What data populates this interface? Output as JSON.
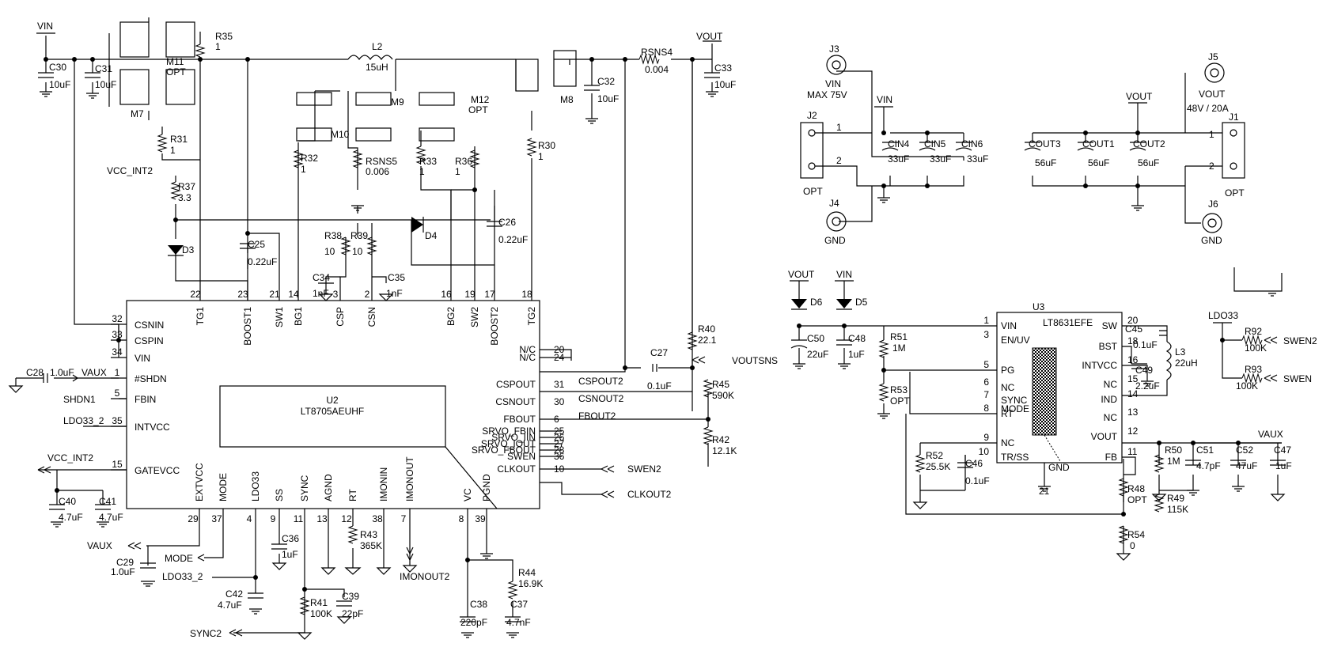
{
  "power_labels": {
    "vin_top": "VIN",
    "vout_top": "VOUT",
    "vin_mid": "VIN",
    "vout_mid": "VOUT",
    "vout_d6": "VOUT",
    "vin_d5": "VIN",
    "vaux": "VAUX",
    "ldo33": "LDO33",
    "vcc_int2": "VCC_INT2"
  },
  "u2": {
    "ref": "U2",
    "part": "LT8705AEUHF",
    "left_pins": [
      {
        "num": "32",
        "name": "CSNIN"
      },
      {
        "num": "33",
        "name": "CSPIN"
      },
      {
        "num": "34",
        "name": "VIN"
      },
      {
        "num": "1",
        "name": "#SHDN"
      },
      {
        "num": "5",
        "name": "FBIN"
      },
      {
        "num": "35",
        "name": "INTVCC"
      },
      {
        "num": "15",
        "name": "GATEVCC"
      }
    ],
    "top_pins": [
      {
        "num": "22",
        "name": "TG1"
      },
      {
        "num": "23",
        "name": "BOOST1"
      },
      {
        "num": "21",
        "name": "SW1"
      },
      {
        "num": "14",
        "name": "BG1"
      },
      {
        "num": "3",
        "name": "CSP"
      },
      {
        "num": "2",
        "name": "CSN"
      },
      {
        "num": "16",
        "name": "BG2"
      },
      {
        "num": "19",
        "name": "SW2"
      },
      {
        "num": "17",
        "name": "BOOST2"
      },
      {
        "num": "18",
        "name": "TG2"
      }
    ],
    "right_pins": [
      {
        "num": "20",
        "name": "N/C"
      },
      {
        "num": "24",
        "name": "N/C"
      },
      {
        "num": "31",
        "name": "CSPOUT"
      },
      {
        "num": "30",
        "name": "CSNOUT"
      },
      {
        "num": "6",
        "name": "FBOUT"
      },
      {
        "num": "25",
        "name": "SRVO_FBIN"
      },
      {
        "num": "26",
        "name": "SRVO_IIN"
      },
      {
        "num": "27",
        "name": "SRVO_IOUT"
      },
      {
        "num": "28",
        "name": "SRVO_FBOUT"
      },
      {
        "num": "36",
        "name": "SWEN"
      },
      {
        "num": "10",
        "name": "CLKOUT"
      }
    ],
    "bottom_pins": [
      {
        "num": "29",
        "name": "EXTVCC"
      },
      {
        "num": "37",
        "name": "MODE"
      },
      {
        "num": "4",
        "name": "LDO33"
      },
      {
        "num": "9",
        "name": "SS"
      },
      {
        "num": "11",
        "name": "SYNC"
      },
      {
        "num": "13",
        "name": "AGND"
      },
      {
        "num": "12",
        "name": "RT"
      },
      {
        "num": "38",
        "name": "IMONIN"
      },
      {
        "num": "7",
        "name": "IMONOUT"
      },
      {
        "num": "8",
        "name": "VC"
      },
      {
        "num": "39",
        "name": "PGND"
      }
    ]
  },
  "u3": {
    "ref": "U3",
    "part": "LT8631EFE",
    "left_pins": [
      {
        "num": "1",
        "name": "VIN"
      },
      {
        "num": "3",
        "name": "EN/UV"
      },
      {
        "num": "5",
        "name": "PG"
      },
      {
        "num": "6",
        "name": "NC"
      },
      {
        "num": "7",
        "name": "SYNC"
      },
      {
        "num": "",
        "name": "MODE"
      },
      {
        "num": "8",
        "name": "RT"
      },
      {
        "num": "9",
        "name": "NC"
      },
      {
        "num": "10",
        "name": "TR/SS"
      }
    ],
    "right_pins": [
      {
        "num": "20",
        "name": "SW"
      },
      {
        "num": "18",
        "name": "BST"
      },
      {
        "num": "16",
        "name": "INTVCC"
      },
      {
        "num": "15",
        "name": "NC"
      },
      {
        "num": "14",
        "name": "IND"
      },
      {
        "num": "13",
        "name": "NC"
      },
      {
        "num": "12",
        "name": "VOUT"
      },
      {
        "num": "11",
        "name": "FB"
      }
    ],
    "gnd_label": "GND",
    "gnd_pin": "21"
  },
  "mosfets": {
    "M11": {
      "ref": "M11",
      "note": "OPT"
    },
    "M7": {
      "ref": "M7"
    },
    "M10": {
      "ref": "M10"
    },
    "M9": {
      "ref": "M9"
    },
    "M12": {
      "ref": "M12",
      "note": "OPT"
    },
    "M8": {
      "ref": "M8"
    }
  },
  "resistors": {
    "R35": {
      "ref": "R35",
      "value": "1"
    },
    "R31": {
      "ref": "R31",
      "value": "1"
    },
    "R37": {
      "ref": "R37",
      "value": "3.3"
    },
    "R32": {
      "ref": "R32",
      "value": "1"
    },
    "RSNS5": {
      "ref": "RSNS5",
      "value": "0.006"
    },
    "R33": {
      "ref": "R33",
      "value": "1"
    },
    "R36": {
      "ref": "R36",
      "value": "1"
    },
    "R30": {
      "ref": "R30",
      "value": "1"
    },
    "RSNS4": {
      "ref": "RSNS4",
      "value": "0.004"
    },
    "R38": {
      "ref": "R38",
      "value": "10"
    },
    "R39": {
      "ref": "R39",
      "value": "10"
    },
    "R40": {
      "ref": "R40",
      "value": "22.1"
    },
    "R45": {
      "ref": "R45",
      "value": "590K"
    },
    "R42": {
      "ref": "R42",
      "value": "12.1K"
    },
    "R43": {
      "ref": "R43",
      "value": "365K"
    },
    "R44": {
      "ref": "R44",
      "value": "16.9K"
    },
    "R41": {
      "ref": "R41",
      "value": "100K"
    },
    "R51": {
      "ref": "R51",
      "value": "1M"
    },
    "R53": {
      "ref": "R53",
      "value": "OPT"
    },
    "R52": {
      "ref": "R52",
      "value": "25.5K"
    },
    "R50": {
      "ref": "R50",
      "value": "1M"
    },
    "R49": {
      "ref": "R49",
      "value": "115K"
    },
    "R48": {
      "ref": "R48",
      "value": "OPT"
    },
    "R54": {
      "ref": "R54",
      "value": "0"
    },
    "R92": {
      "ref": "R92",
      "value": "100K"
    },
    "R93": {
      "ref": "R93",
      "value": "100K"
    }
  },
  "capacitors": {
    "C30": {
      "ref": "C30",
      "value": "10uF"
    },
    "C31": {
      "ref": "C31",
      "value": "10uF"
    },
    "C32": {
      "ref": "C32",
      "value": "10uF"
    },
    "C33": {
      "ref": "C33",
      "value": "10uF"
    },
    "C25": {
      "ref": "C25",
      "value": "0.22uF"
    },
    "C26": {
      "ref": "C26",
      "value": "0.22uF"
    },
    "C34": {
      "ref": "C34",
      "value": "1nF"
    },
    "C35": {
      "ref": "C35",
      "value": "1nF"
    },
    "C27": {
      "ref": "C27",
      "value": "0.1uF"
    },
    "C28": {
      "ref": "C28",
      "value": "1.0uF"
    },
    "C40": {
      "ref": "C40",
      "value": "4.7uF"
    },
    "C41": {
      "ref": "C41",
      "value": "4.7uF"
    },
    "C29": {
      "ref": "C29",
      "value": "1.0uF"
    },
    "C42": {
      "ref": "C42",
      "value": "4.7uF"
    },
    "C36": {
      "ref": "C36",
      "value": "1uF"
    },
    "C39": {
      "ref": "C39",
      "value": "22pF"
    },
    "C38": {
      "ref": "C38",
      "value": "220pF"
    },
    "C37": {
      "ref": "C37",
      "value": "4.7nF"
    },
    "CIN4": {
      "ref": "CIN4",
      "value": "33uF"
    },
    "CIN5": {
      "ref": "CIN5",
      "value": "33uF"
    },
    "CIN6": {
      "ref": "CIN6",
      "value": "33uF"
    },
    "COUT3": {
      "ref": "COUT3",
      "value": "56uF"
    },
    "COUT1": {
      "ref": "COUT1",
      "value": "56uF"
    },
    "COUT2": {
      "ref": "COUT2",
      "value": "56uF"
    },
    "C50": {
      "ref": "C50",
      "value": "22uF"
    },
    "C48": {
      "ref": "C48",
      "value": "1uF"
    },
    "C45": {
      "ref": "C45",
      "value": "0.1uF"
    },
    "C49": {
      "ref": "C49",
      "value": "2.2uF"
    },
    "C46": {
      "ref": "C46",
      "value": "0.1uF"
    },
    "C51": {
      "ref": "C51",
      "value": "4.7pF"
    },
    "C52": {
      "ref": "C52",
      "value": "47uF"
    },
    "C47": {
      "ref": "C47",
      "value": "1uF"
    }
  },
  "inductors": {
    "L2": {
      "ref": "L2",
      "value": "15uH"
    },
    "L3": {
      "ref": "L3",
      "value": "22uH"
    }
  },
  "diodes": {
    "D3": "D3",
    "D4": "D4",
    "D6": "D6",
    "D5": "D5"
  },
  "connectors": {
    "J3": {
      "ref": "J3",
      "label": "VIN",
      "note": "MAX 75V"
    },
    "J2": {
      "ref": "J2",
      "pin1": "1",
      "pin2": "2",
      "note": "OPT"
    },
    "J4": {
      "ref": "J4",
      "label": "GND"
    },
    "J5": {
      "ref": "J5",
      "label": "VOUT",
      "note": "48V / 20A"
    },
    "J1": {
      "ref": "J1",
      "pin1": "1",
      "pin2": "2",
      "note": "OPT"
    },
    "J6": {
      "ref": "J6",
      "label": "GND"
    }
  },
  "nets": {
    "shdn1": "SHDN1",
    "ldo33_2": "LDO33_2",
    "vaux_c28": "VAUX",
    "vcc_int2_out": "VCC_INT2",
    "vaux_bot": "VAUX",
    "mode": "MODE",
    "ldo33_2_bot": "LDO33_2",
    "sync2": "SYNC2",
    "imonout2": "IMONOUT2",
    "cspout2": "CSPOUT2",
    "csnout2": "CSNOUT2",
    "fbout2": "FBOUT2",
    "voutsns": "VOUTSNS",
    "swen2": "SWEN2",
    "clkout2": "CLKOUT2",
    "swen2_r": "SWEN2",
    "swen_r": "SWEN"
  }
}
